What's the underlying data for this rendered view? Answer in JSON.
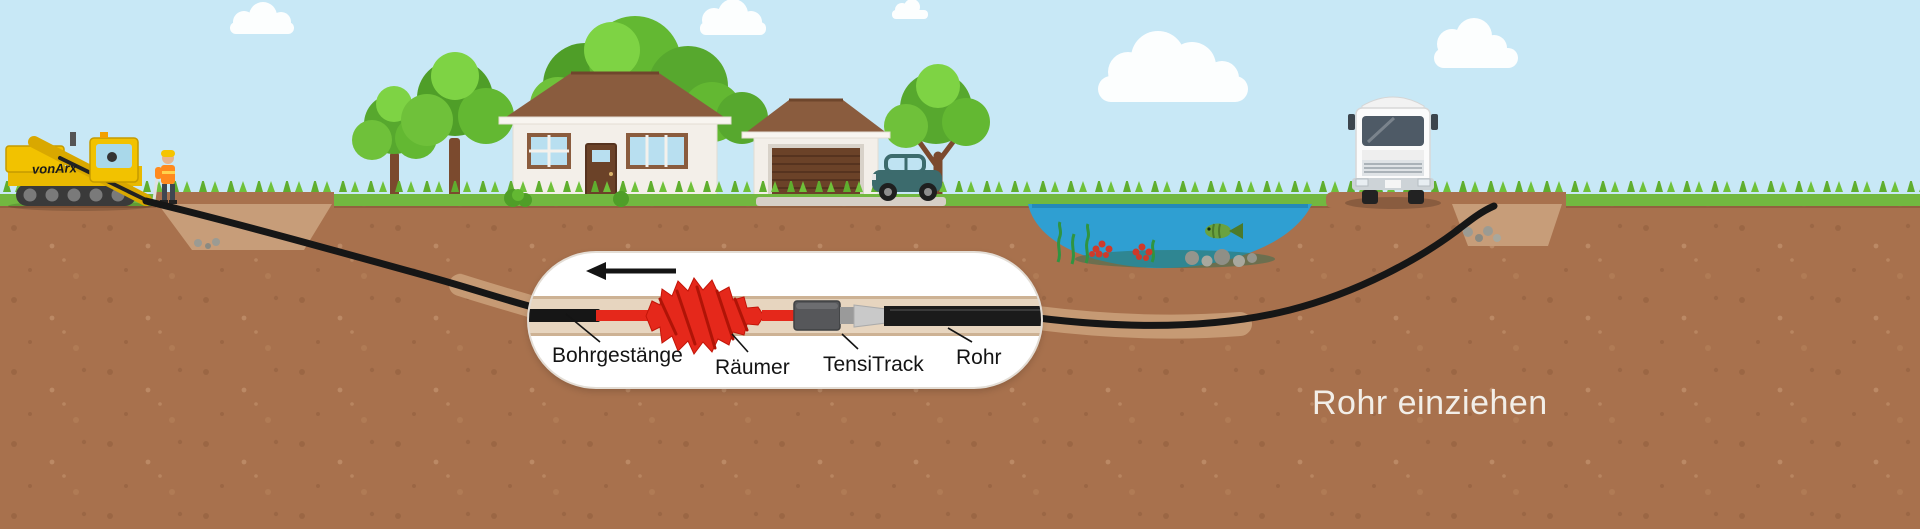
{
  "illustration": {
    "title": "Rohr einziehen",
    "machine_brand": "vonArx",
    "callout_labels": {
      "drill_rod": "Bohrgestänge",
      "reamer": "Räumer",
      "tracker": "TensiTrack",
      "pipe": "Rohr"
    },
    "colors": {
      "sky": "#c8e8f6",
      "cloud": "#ffffff",
      "grass": "#72b840",
      "soil": "#a8714d",
      "soil_light": "#c79d79",
      "bore_tunnel": "#e7d5bf",
      "pond": "#2f9fd2",
      "machine_yellow": "#f2c200",
      "reamer_red": "#e5281b",
      "device_gray": "#56575a",
      "pipe_black": "#161616",
      "callout_background": "#ffffff",
      "title_text": "#f2eee8"
    }
  }
}
